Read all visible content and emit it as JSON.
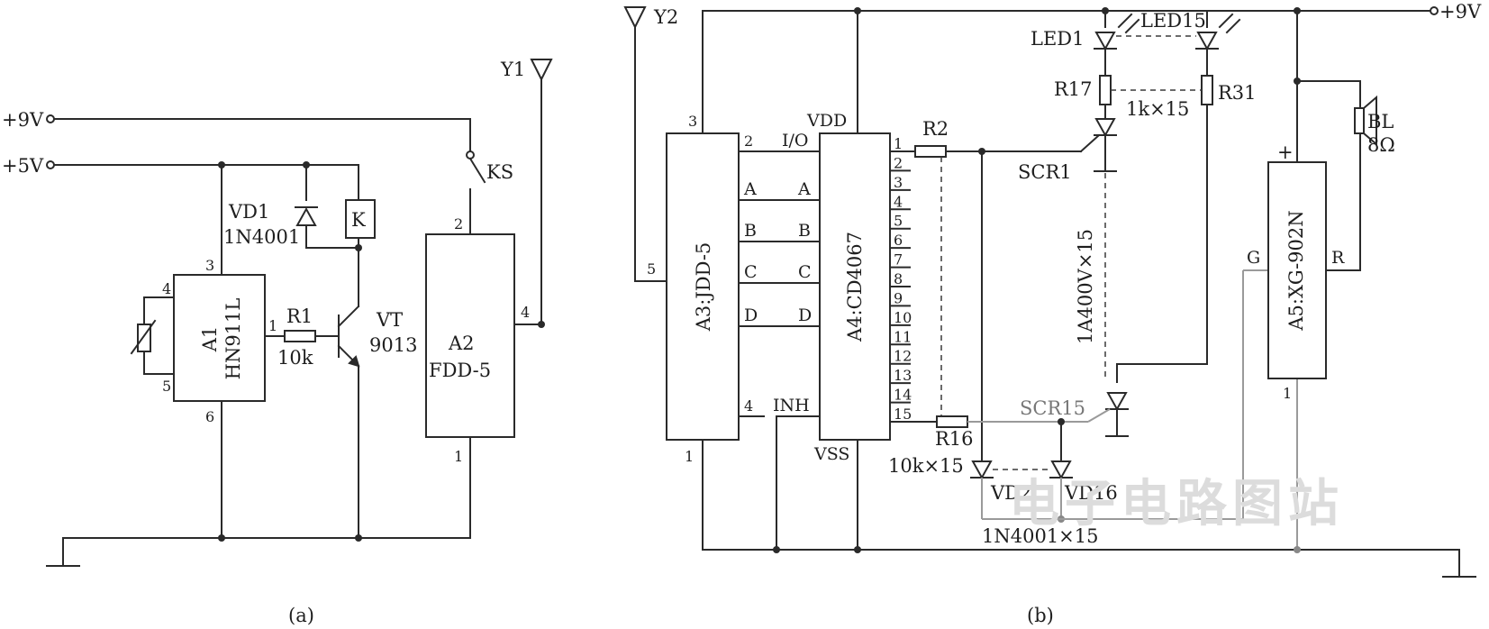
{
  "panel_a": {
    "caption": "(a)",
    "supply_9v": "+9V",
    "supply_5v": "+5V",
    "a1_ref": "A1",
    "a1_part": "HN911L",
    "a1_pins": [
      "3",
      "4",
      "5",
      "1",
      "6"
    ],
    "vd1_ref": "VD1",
    "vd1_part": "1N4001",
    "relay": "K",
    "r1_ref": "R1",
    "r1_value": "10k",
    "vt_ref": "VT",
    "vt_part": "9013",
    "switch": "KS",
    "a2_ref": "A2",
    "a2_part": "FDD-5",
    "a2_pins": [
      "2",
      "4",
      "1"
    ],
    "antenna": "Y1"
  },
  "panel_b": {
    "caption": "(b)",
    "antenna": "Y2",
    "supply_9v": "+9V",
    "a3_label": "A3:JDD-5",
    "a3_pins": [
      "3",
      "5",
      "2",
      "4",
      "1"
    ],
    "a3_lines": [
      "A",
      "B",
      "C",
      "D"
    ],
    "a4_label": "A4:CD4067",
    "a4_vdd": "VDD",
    "a4_vss": "VSS",
    "a4_io": "I/O",
    "a4_inh": "INH",
    "a4_lines": [
      "A",
      "B",
      "C",
      "D"
    ],
    "a4_outputs": [
      "1",
      "2",
      "3",
      "4",
      "5",
      "6",
      "7",
      "8",
      "9",
      "10",
      "11",
      "12",
      "13",
      "14",
      "15"
    ],
    "r2_ref": "R2",
    "r16_ref": "R16",
    "r_value": "10k×15",
    "led1_ref": "LED1",
    "led15_ref": "LED15",
    "r17_ref": "R17",
    "r31_ref": "R31",
    "r_led_value": "1k×15",
    "scr1_ref": "SCR1",
    "scr15_ref": "SCR15",
    "scr_value": "1A400V×15",
    "vd2_ref": "VD2",
    "vd16_ref": "VD16",
    "vd_value": "1N4001×15",
    "speaker_ref": "BL",
    "speaker_value": "8Ω",
    "a5_label": "A5:XG-902N",
    "a5_plus": "+",
    "a5_g": "G",
    "a5_r": "R",
    "a5_pin1": "1"
  },
  "watermark": "电子电路图站"
}
